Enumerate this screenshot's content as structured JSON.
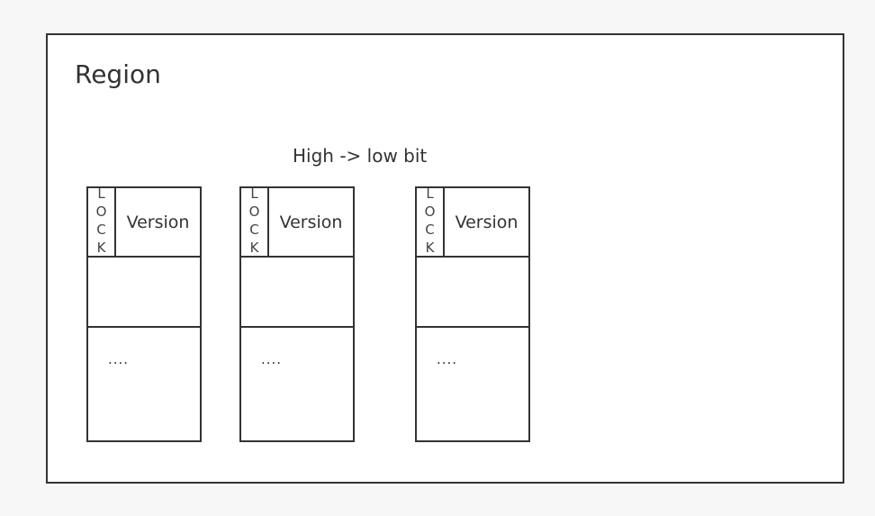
{
  "region": {
    "title": "Region",
    "bit_order_label": "High -> low bit"
  },
  "blocks": [
    {
      "lock_letters": [
        "L",
        "O",
        "C",
        "K"
      ],
      "version_label": "Version",
      "ellipsis": "...."
    },
    {
      "lock_letters": [
        "L",
        "O",
        "C",
        "K"
      ],
      "version_label": "Version",
      "ellipsis": "...."
    },
    {
      "lock_letters": [
        "L",
        "O",
        "C",
        "K"
      ],
      "version_label": "Version",
      "ellipsis": "...."
    }
  ],
  "colors": {
    "stroke": "#333333",
    "background": "#ffffff",
    "page": "#f7f7f7"
  }
}
